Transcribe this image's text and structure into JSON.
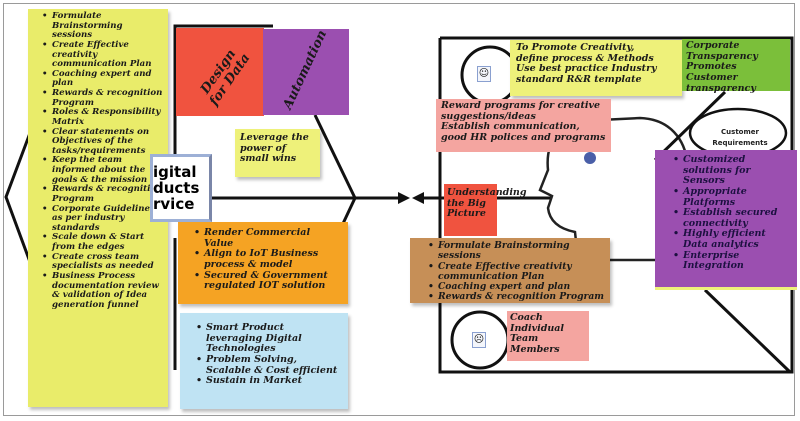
{
  "diagram": {
    "type": "fishbone-and-head-concept",
    "left_list": {
      "color": "#e9ec6a",
      "items": [
        "Formulate Brainstorming sessions",
        "Create Effective creativity communication Plan",
        "Coaching expert and plan",
        "Rewards & recognition Program",
        "Roles & Responsibility Matrix",
        "Clear statements on Objectives of the tasks/requirements",
        "Keep the team informed about the goals & the mission",
        "Rewards & recognition Program",
        "Corporate Guidelines as per industry standards",
        "Scale down & Start from the edges",
        "Create cross team specialists as needed",
        "Business Process documentation review & validation of Idea generation funnel"
      ]
    },
    "design_for_data": {
      "label": "Design for Data",
      "color": "#f0533f"
    },
    "automation": {
      "label": "Automation",
      "color": "#9b4fb0"
    },
    "small_wins": {
      "label": "Leverage the power of small wins",
      "color": "#eef17a"
    },
    "center_box": {
      "lines": [
        "igital",
        "ducts",
        "rvice"
      ],
      "full_label": "Digital Products Service"
    },
    "orange_list": {
      "color": "#f5a323",
      "items": [
        "Render Commercial Value",
        "Align to IoT Business process & model",
        "Secured & Government regulated IOT solution"
      ]
    },
    "blue_list": {
      "color": "#bfe3f3",
      "items": [
        "Smart Product leveraging Digital Technologies",
        "Problem Solving, Scalable & Cost efficient",
        "Sustain in Market"
      ]
    },
    "promote_creativity": {
      "color": "#eef17a",
      "lines": [
        "To Promote Creativity,",
        "define process & Methods",
        "Use best practice Industry",
        "standard R&R template"
      ]
    },
    "corporate_transparency": {
      "color": "#7bbf3a",
      "lines": [
        "Corporate",
        "Transparency",
        "Promotes Customer",
        "transparency"
      ]
    },
    "reward_programs": {
      "color": "#f4a5a0",
      "lines": [
        "Reward programs for creative",
        "suggestions/ideas",
        "Establish communication,",
        "good HR polices and programs"
      ]
    },
    "customer_requirements": {
      "lines": [
        "Customer",
        "Requirements"
      ]
    },
    "big_picture": {
      "color": "#f0533f",
      "lines": [
        "Understanding",
        "the Big",
        "Picture"
      ]
    },
    "purple_list": {
      "color": "#9b4fb0",
      "items": [
        "Customized solutions for Sensors",
        "Appropriate Platforms",
        "Establish secured connectivity",
        "Highly efficient Data analytics",
        "Enterprise Integration"
      ]
    },
    "brown_list": {
      "color": "#c68f57",
      "items": [
        "Formulate Brainstorming sessions",
        "Create Effective creativity communication Plan",
        "Coaching expert and plan",
        "Rewards & recognition Program"
      ]
    },
    "coach": {
      "color": "#f4a5a0",
      "lines": [
        "Coach",
        "Individual",
        "Team Members"
      ]
    },
    "emoticons": {
      "happy": "☺",
      "sad": "☹"
    }
  }
}
